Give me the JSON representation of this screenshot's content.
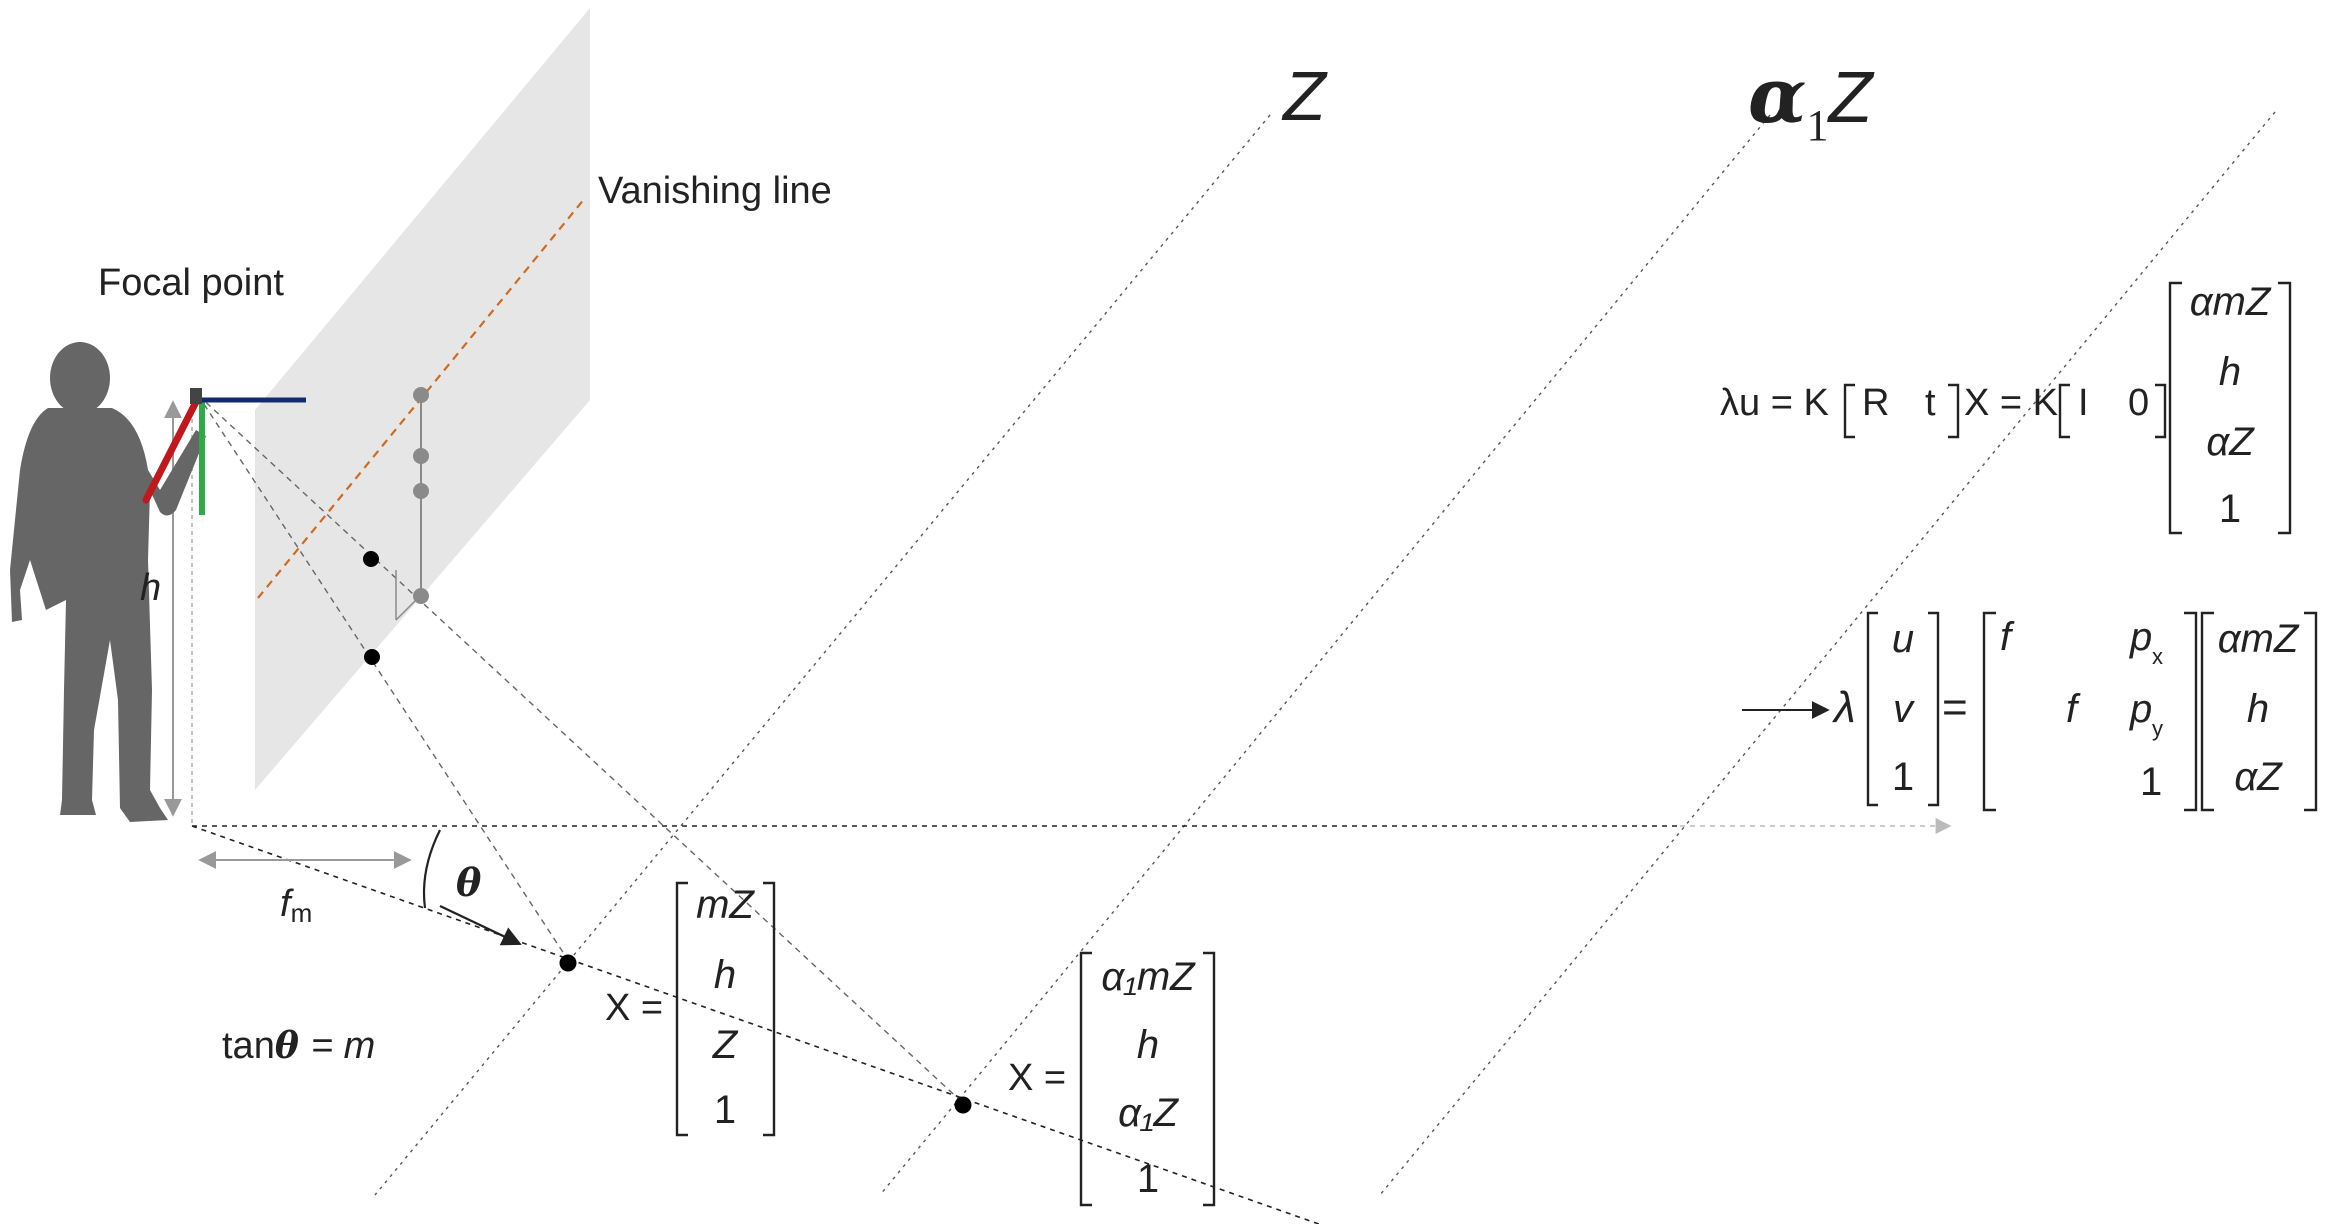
{
  "labels": {
    "focal_point": "Focal point",
    "vanishing_line": "Vanishing line",
    "h": "h",
    "f_m_base": "f",
    "f_m_sub": "m",
    "theta": "θ",
    "tan_prefix": "tan",
    "tan_suffix": "= m",
    "z_top": "Z",
    "alpha1": "α",
    "alpha1_sub": "1",
    "alpha1_z": "Z"
  },
  "equation_top": {
    "lhs": "λu = K",
    "r": "R",
    "t": "t",
    "mid": "X = K",
    "i": "I",
    "zero": "0",
    "vector": [
      "αmZ",
      "h",
      "αZ",
      "1"
    ]
  },
  "equation_projection": {
    "lambda": "λ",
    "uv": [
      "u",
      "v",
      "1"
    ],
    "equals": "=",
    "k_matrix": {
      "row1": [
        "f",
        "p",
        "x"
      ],
      "row2": [
        "f",
        "p",
        "y"
      ],
      "row3": [
        "1"
      ]
    },
    "vector": [
      "αmZ",
      "h",
      "αZ"
    ]
  },
  "point1": {
    "prefix": "X =",
    "vector": [
      "mZ",
      "h",
      "Z",
      "1"
    ]
  },
  "point2": {
    "prefix": "X =",
    "vector": [
      "α₁mZ",
      "h",
      "α₁Z",
      "1"
    ]
  },
  "colors": {
    "plane": "#e6e6e6",
    "person": "#666666",
    "vanishing_line": "#d2691e",
    "axis_red": "#c0181c",
    "axis_green": "#2eaa4a",
    "axis_navy": "#142a6e",
    "grey_point": "#8a8a8a"
  }
}
